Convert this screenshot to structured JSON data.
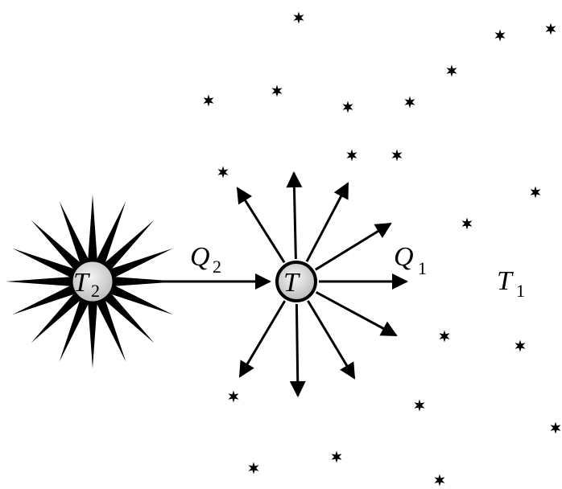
{
  "labels": {
    "hot_source": {
      "main": "T",
      "sub": "2"
    },
    "engine": {
      "main": "T"
    },
    "cold_reservoir": {
      "main": "T",
      "sub": "1"
    },
    "heat_in": {
      "main": "Q",
      "sub": "2"
    },
    "heat_out": {
      "main": "Q",
      "sub": "1"
    }
  },
  "colors": {
    "ink": "#000000",
    "background": "#ffffff",
    "ball": "#d0d0d0"
  },
  "icons": [
    "star-icon",
    "arrow-icon",
    "sun-ray-icon"
  ]
}
